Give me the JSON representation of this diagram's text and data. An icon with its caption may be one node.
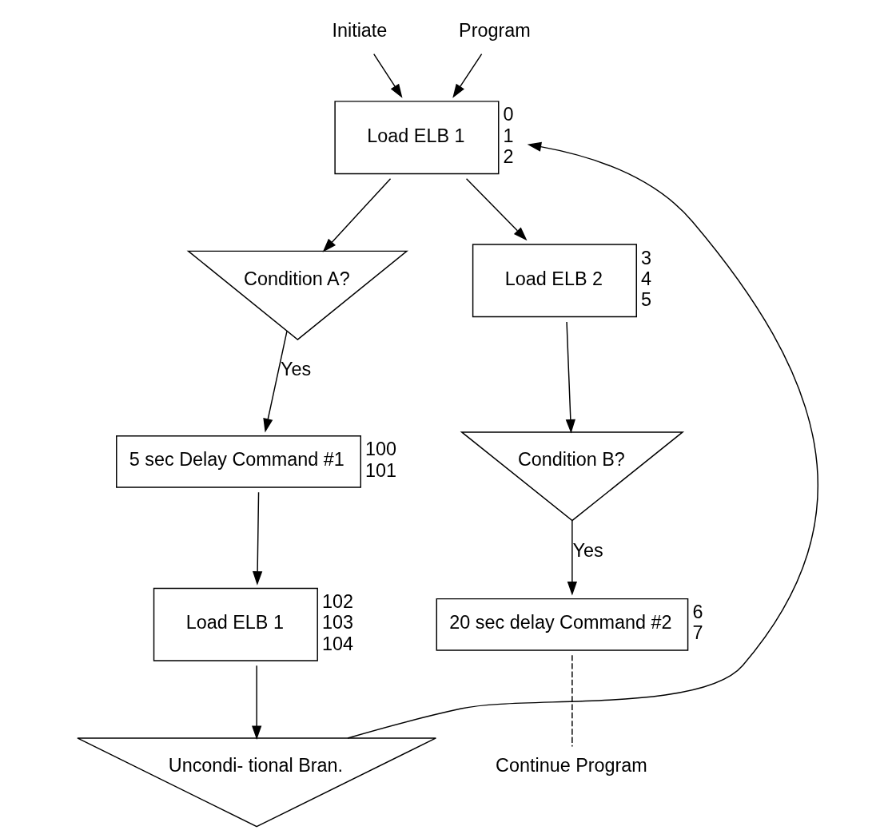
{
  "diagram": {
    "nodes": [
      {
        "text": [
          "Initiate"
        ]
      },
      {
        "text": [
          "Program"
        ]
      },
      {
        "text": [
          "Load ELB 1"
        ],
        "beside": [
          "0",
          "1",
          "2"
        ]
      },
      {
        "text": [
          "Condition A?"
        ]
      },
      {
        "text": [
          "Load ELB 2"
        ],
        "beside": [
          "3",
          "4",
          "5"
        ]
      },
      {
        "text": [
          "Condition B?"
        ]
      },
      {
        "text": [
          "5 sec Delay Command #1"
        ],
        "beside": [
          "100",
          "101"
        ]
      },
      {
        "text": [
          "20 sec delay Command #2"
        ],
        "beside": [
          "6",
          "7"
        ]
      },
      {
        "text": [
          "Load ELB 1"
        ],
        "beside": [
          "102",
          "103",
          "104"
        ]
      },
      {
        "text": [
          "Continue Program"
        ]
      },
      {
        "text": [
          "Uncondi- tional Bran."
        ]
      }
    ],
    "edges": [
      {
        "from": 0,
        "to": 2,
        "arrow": "to"
      },
      {
        "from": 1,
        "to": 2,
        "arrow": "to"
      },
      {
        "from": 2,
        "to": 3,
        "arrow": "to"
      },
      {
        "from": 2,
        "to": 4,
        "arrow": "to"
      },
      {
        "from": 4,
        "to": 5,
        "arrow": "to"
      },
      {
        "from": 3,
        "to": 6,
        "arrow": "to",
        "label": "Yes"
      },
      {
        "from": 5,
        "to": 7,
        "arrow": "to",
        "label": "Yes"
      },
      {
        "from": 6,
        "to": 8,
        "arrow": "to"
      },
      {
        "from": 8,
        "to": 10,
        "arrow": "to"
      },
      {
        "from": 10,
        "to": 2,
        "arrow": "to"
      },
      {
        "from": 7,
        "to": 9,
        "arrow": "none",
        "style": "dashed"
      }
    ]
  }
}
